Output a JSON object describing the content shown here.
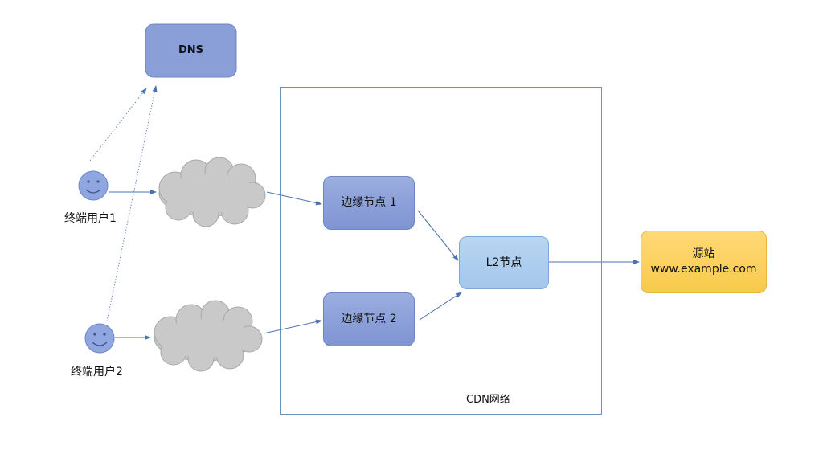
{
  "dns": {
    "label": "DNS"
  },
  "users": [
    {
      "label": "终端用户1"
    },
    {
      "label": "终端用户2"
    }
  ],
  "cdn": {
    "label": "CDN网络",
    "edge_nodes": [
      {
        "label": "边缘节点 1"
      },
      {
        "label": "边缘节点 2"
      }
    ],
    "l2_node": {
      "label": "L2节点"
    }
  },
  "origin": {
    "title": "源站",
    "domain": "www.example.com"
  },
  "colors": {
    "edge_node": "#8a9fd8",
    "l2_node": "#aecdee",
    "origin": "#fbcf5c",
    "user_face": "#8fa6e0",
    "cloud": "#c9c9c9",
    "arrow": "#4a72b0"
  }
}
